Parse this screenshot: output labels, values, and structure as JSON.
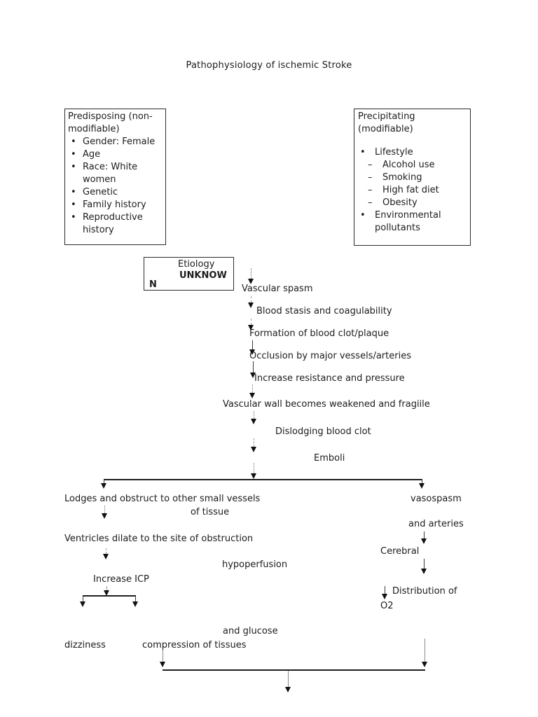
{
  "page": {
    "title": "Pathophysiology of ischemic Stroke"
  },
  "predisposing_box": {
    "title": "Predisposing (non-modifiable)",
    "items": [
      "Gender: Female",
      "Age",
      "Race: White women",
      "Genetic",
      "Family history",
      "Reproductive history"
    ]
  },
  "precipitating_box": {
    "title": "Precipitating (modifiable)",
    "lifestyle": "Lifestyle",
    "lifestyle_items": [
      "Alcohol use",
      "Smoking",
      "High fat diet",
      "Obesity"
    ],
    "environmental": "Environmental pollutants"
  },
  "etiology_box": {
    "label": "Etiology",
    "value": "UNKNOW",
    "value_overflow": "N"
  },
  "cascade": {
    "steps": [
      "Vascular spasm",
      "Blood stasis and coagulability",
      "Formation of blood clot/plaque",
      "Occlusion by major vessels/arteries",
      "Increase resistance and pressure",
      "Vascular wall becomes weakened and fragiile",
      "Dislodging blood clot",
      "Emboli"
    ]
  },
  "left_branch": {
    "lodges_line1": "Lodges and obstruct to other small vessels",
    "lodges_line2": "of tissue",
    "ventricles": "Ventricles dilate to the site of obstruction",
    "hypoperfusion": "hypoperfusion",
    "increase_icp": "Increase ICP",
    "and_glucose": "and glucose",
    "dizziness": "dizziness",
    "compression": "compression of tissues"
  },
  "right_branch": {
    "vasospasm": "vasospasm",
    "and_arteries": "and arteries",
    "cerebral": "Cerebral",
    "distribution_line1": "Distribution of",
    "distribution_line2": "O2"
  }
}
